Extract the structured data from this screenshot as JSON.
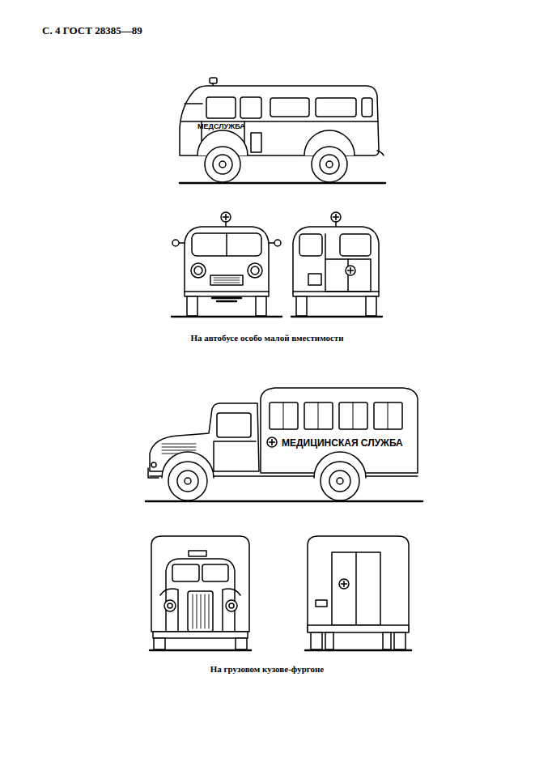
{
  "diagram": {
    "labels": [
      "С. 4 ГОСТ 28385—89",
      "МЕДСЛУЖБА",
      "МЕДИЦИНСКАЯ СЛУЖБА",
      "На автобусе особо малой вместимости",
      "На грузовом кузове-фургоне"
    ]
  }
}
